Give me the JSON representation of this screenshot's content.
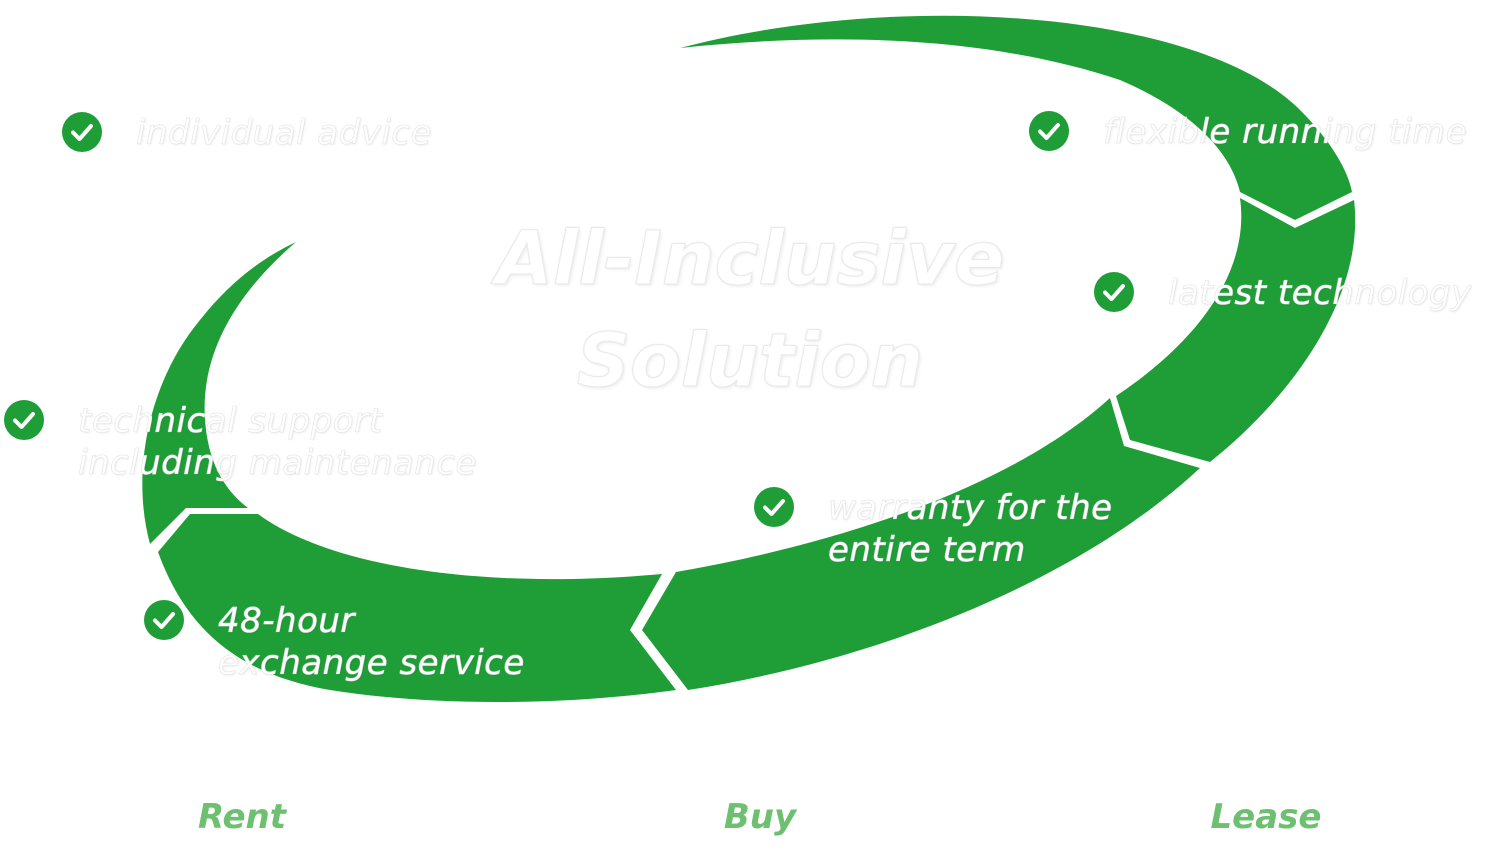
{
  "colors": {
    "ring_green": "#1f9e37",
    "footer_green": "#6cc070",
    "check_green": "#1f9e37",
    "label_text": "#ffffff"
  },
  "title": "All-Inclusive\nSolution",
  "benefits": [
    {
      "id": "individual-advice",
      "text": "individual advice",
      "icon": "check-circle-icon"
    },
    {
      "id": "technical-support",
      "text": "technical support\nincluding maintenance",
      "icon": "check-circle-icon"
    },
    {
      "id": "exchange-service",
      "text": "48-hour\nexchange service",
      "icon": "check-circle-icon"
    },
    {
      "id": "warranty",
      "text": "warranty for the\nentire term",
      "icon": "check-circle-icon"
    },
    {
      "id": "latest-technology",
      "text": "latest technology",
      "icon": "check-circle-icon"
    },
    {
      "id": "flexible-running-time",
      "text": "flexible running time",
      "icon": "check-circle-icon"
    }
  ],
  "options": [
    {
      "id": "rent",
      "label": "Rent"
    },
    {
      "id": "buy",
      "label": "Buy"
    },
    {
      "id": "lease",
      "label": "Lease"
    }
  ]
}
